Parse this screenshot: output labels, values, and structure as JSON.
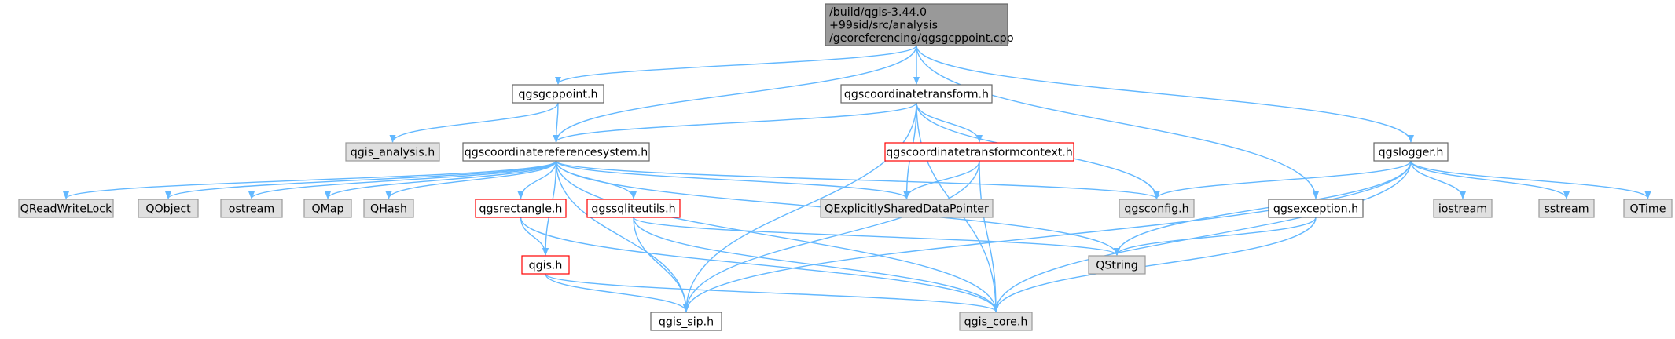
{
  "diagram": {
    "title": "",
    "colors": {
      "edge": "#63b8ff",
      "root_fill": "#999999",
      "root_border": "#666666",
      "default_fill": "#ffffff",
      "default_border": "#666666",
      "error_fill": "#ffffff",
      "error_border": "#ff0000",
      "external_fill": "#e0e0e0",
      "external_border": "#999999"
    },
    "nodes": [
      {
        "id": "root",
        "kind": "root",
        "lines": [
          "/build/qgis-3.44.0",
          "+99sid/src/analysis",
          "/georeferencing/qgsgcppoint.cpp"
        ]
      },
      {
        "id": "qgsgcppoint_h",
        "kind": "default",
        "lines": [
          "qgsgcppoint.h"
        ]
      },
      {
        "id": "qgscoordinatetransform_h",
        "kind": "default",
        "lines": [
          "qgscoordinatetransform.h"
        ]
      },
      {
        "id": "qgslogger_h",
        "kind": "default",
        "lines": [
          "qgslogger.h"
        ]
      },
      {
        "id": "qgis_analysis_h",
        "kind": "external",
        "lines": [
          "qgis_analysis.h"
        ]
      },
      {
        "id": "qgscoordinatereferencesystem_h",
        "kind": "default",
        "lines": [
          "qgscoordinatereferencesystem.h"
        ]
      },
      {
        "id": "qgscoordinatetransformcontext_h",
        "kind": "error",
        "lines": [
          "qgscoordinatetransformcontext.h"
        ]
      },
      {
        "id": "QReadWriteLock",
        "kind": "external",
        "lines": [
          "QReadWriteLock"
        ]
      },
      {
        "id": "QObject",
        "kind": "external",
        "lines": [
          "QObject"
        ]
      },
      {
        "id": "ostream",
        "kind": "external",
        "lines": [
          "ostream"
        ]
      },
      {
        "id": "QMap",
        "kind": "external",
        "lines": [
          "QMap"
        ]
      },
      {
        "id": "QHash",
        "kind": "external",
        "lines": [
          "QHash"
        ]
      },
      {
        "id": "qgsrectangle_h",
        "kind": "error",
        "lines": [
          "qgsrectangle.h"
        ]
      },
      {
        "id": "qgssqliteutils_h",
        "kind": "error",
        "lines": [
          "qgssqliteutils.h"
        ]
      },
      {
        "id": "QExplicitlySharedDataPointer",
        "kind": "external",
        "lines": [
          "QExplicitlySharedDataPointer"
        ]
      },
      {
        "id": "qgsconfig_h",
        "kind": "external",
        "lines": [
          "qgsconfig.h"
        ]
      },
      {
        "id": "qgsexception_h",
        "kind": "default",
        "lines": [
          "qgsexception.h"
        ]
      },
      {
        "id": "iostream",
        "kind": "external",
        "lines": [
          "iostream"
        ]
      },
      {
        "id": "sstream",
        "kind": "external",
        "lines": [
          "sstream"
        ]
      },
      {
        "id": "QTime",
        "kind": "external",
        "lines": [
          "QTime"
        ]
      },
      {
        "id": "qgis_h",
        "kind": "error",
        "lines": [
          "qgis.h"
        ]
      },
      {
        "id": "QString",
        "kind": "external",
        "lines": [
          "QString"
        ]
      },
      {
        "id": "qgis_sip_h",
        "kind": "default",
        "lines": [
          "qgis_sip.h"
        ]
      },
      {
        "id": "qgis_core_h",
        "kind": "external",
        "lines": [
          "qgis_core.h"
        ]
      }
    ],
    "edges": [
      [
        "root",
        "qgsgcppoint_h"
      ],
      [
        "root",
        "qgscoordinatereferencesystem_h"
      ],
      [
        "root",
        "qgscoordinatetransform_h"
      ],
      [
        "root",
        "qgslogger_h"
      ],
      [
        "root",
        "qgsexception_h"
      ],
      [
        "qgsgcppoint_h",
        "qgis_analysis_h"
      ],
      [
        "qgsgcppoint_h",
        "qgscoordinatereferencesystem_h"
      ],
      [
        "qgscoordinatetransform_h",
        "qgscoordinatereferencesystem_h"
      ],
      [
        "qgscoordinatetransform_h",
        "qgscoordinatetransformcontext_h"
      ],
      [
        "qgscoordinatetransform_h",
        "QExplicitlySharedDataPointer"
      ],
      [
        "qgscoordinatetransform_h",
        "qgsconfig_h"
      ],
      [
        "qgscoordinatetransform_h",
        "qgis_sip_h"
      ],
      [
        "qgscoordinatetransform_h",
        "qgis_core_h"
      ],
      [
        "qgscoordinatetransformcontext_h",
        "QExplicitlySharedDataPointer"
      ],
      [
        "qgscoordinatetransformcontext_h",
        "qgis_core_h"
      ],
      [
        "qgscoordinatetransformcontext_h",
        "qgis_sip_h"
      ],
      [
        "qgscoordinatereferencesystem_h",
        "QReadWriteLock"
      ],
      [
        "qgscoordinatereferencesystem_h",
        "QObject"
      ],
      [
        "qgscoordinatereferencesystem_h",
        "ostream"
      ],
      [
        "qgscoordinatereferencesystem_h",
        "QMap"
      ],
      [
        "qgscoordinatereferencesystem_h",
        "QHash"
      ],
      [
        "qgscoordinatereferencesystem_h",
        "qgsrectangle_h"
      ],
      [
        "qgscoordinatereferencesystem_h",
        "qgssqliteutils_h"
      ],
      [
        "qgscoordinatereferencesystem_h",
        "QExplicitlySharedDataPointer"
      ],
      [
        "qgscoordinatereferencesystem_h",
        "qgsconfig_h"
      ],
      [
        "qgscoordinatereferencesystem_h",
        "qgis_h"
      ],
      [
        "qgscoordinatereferencesystem_h",
        "QString"
      ],
      [
        "qgscoordinatereferencesystem_h",
        "qgis_core_h"
      ],
      [
        "qgscoordinatereferencesystem_h",
        "qgis_sip_h"
      ],
      [
        "qgsrectangle_h",
        "qgis_h"
      ],
      [
        "qgsrectangle_h",
        "qgis_core_h"
      ],
      [
        "qgssqliteutils_h",
        "qgis_core_h"
      ],
      [
        "qgssqliteutils_h",
        "qgis_sip_h"
      ],
      [
        "qgssqliteutils_h",
        "QString"
      ],
      [
        "qgis_h",
        "qgis_sip_h"
      ],
      [
        "qgis_h",
        "qgis_core_h"
      ],
      [
        "qgslogger_h",
        "qgsconfig_h"
      ],
      [
        "qgslogger_h",
        "iostream"
      ],
      [
        "qgslogger_h",
        "sstream"
      ],
      [
        "qgslogger_h",
        "QTime"
      ],
      [
        "qgslogger_h",
        "QString"
      ],
      [
        "qgslogger_h",
        "qgis_core_h"
      ],
      [
        "qgslogger_h",
        "qgis_sip_h"
      ],
      [
        "qgsexception_h",
        "QString"
      ],
      [
        "qgsexception_h",
        "qgis_core_h"
      ]
    ]
  }
}
